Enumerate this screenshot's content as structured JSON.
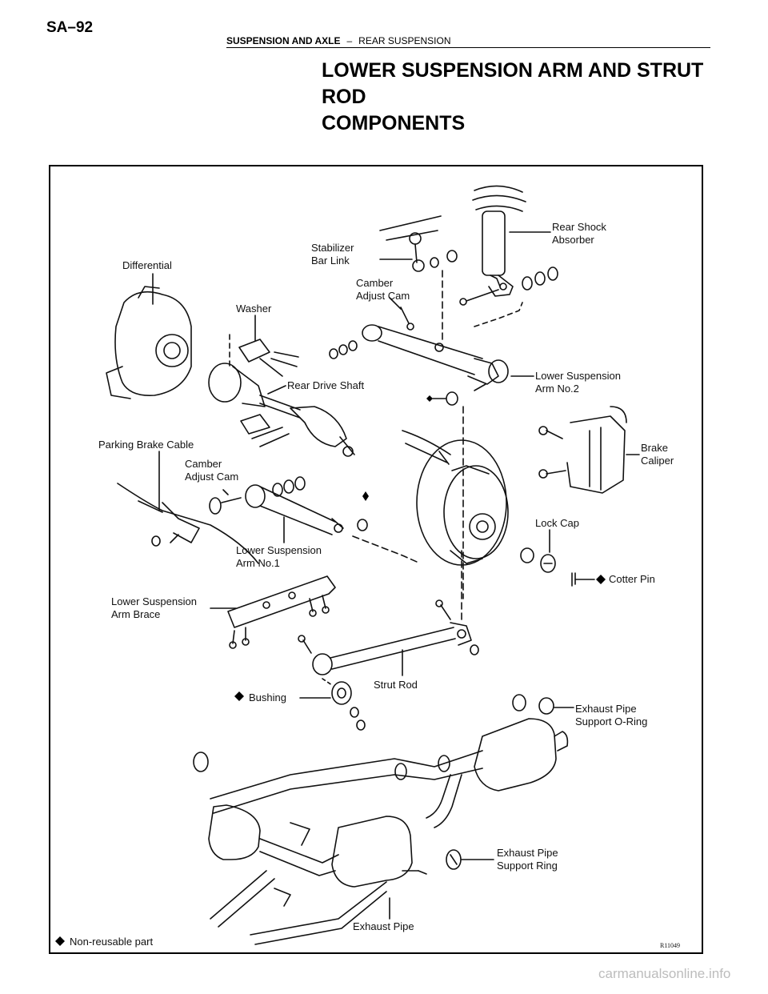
{
  "header": {
    "page_number": "SA–92",
    "section": "SUSPENSION AND AXLE",
    "separator": "–",
    "subsection": "REAR SUSPENSION"
  },
  "title": {
    "line1": "LOWER SUSPENSION ARM AND STRUT",
    "line2": "ROD",
    "line3": "COMPONENTS"
  },
  "figure": {
    "labels": {
      "rear_shock_1": "Rear Shock",
      "rear_shock_2": "Absorber",
      "stabilizer_1": "Stabilizer",
      "stabilizer_2": "Bar Link",
      "differential": "Differential",
      "camber_top_1": "Camber",
      "camber_top_2": "Adjust Cam",
      "washer": "Washer",
      "rear_drive_shaft": "Rear Drive Shaft",
      "lower_arm2_1": "Lower Suspension",
      "lower_arm2_2": "Arm No.2",
      "parking_brake": "Parking Brake Cable",
      "camber_low_1": "Camber",
      "camber_low_2": "Adjust Cam",
      "brake_1": "Brake",
      "brake_2": "Caliper",
      "lock_cap": "Lock Cap",
      "lower_arm1_1": "Lower Suspension",
      "lower_arm1_2": "Arm No.1",
      "cotter_pin": "Cotter Pin",
      "brace_1": "Lower Suspension",
      "brace_2": "Arm Brace",
      "strut_rod": "Strut Rod",
      "bushing": "Bushing",
      "exhaust_oring_1": "Exhaust Pipe",
      "exhaust_oring_2": "Support O-Ring",
      "exhaust_ring_1": "Exhaust Pipe",
      "exhaust_ring_2": "Support Ring",
      "exhaust_pipe": "Exhaust Pipe",
      "legend": "Non-reusable part",
      "figure_code": "R11049"
    }
  },
  "watermark": "carmanualsonline.info"
}
